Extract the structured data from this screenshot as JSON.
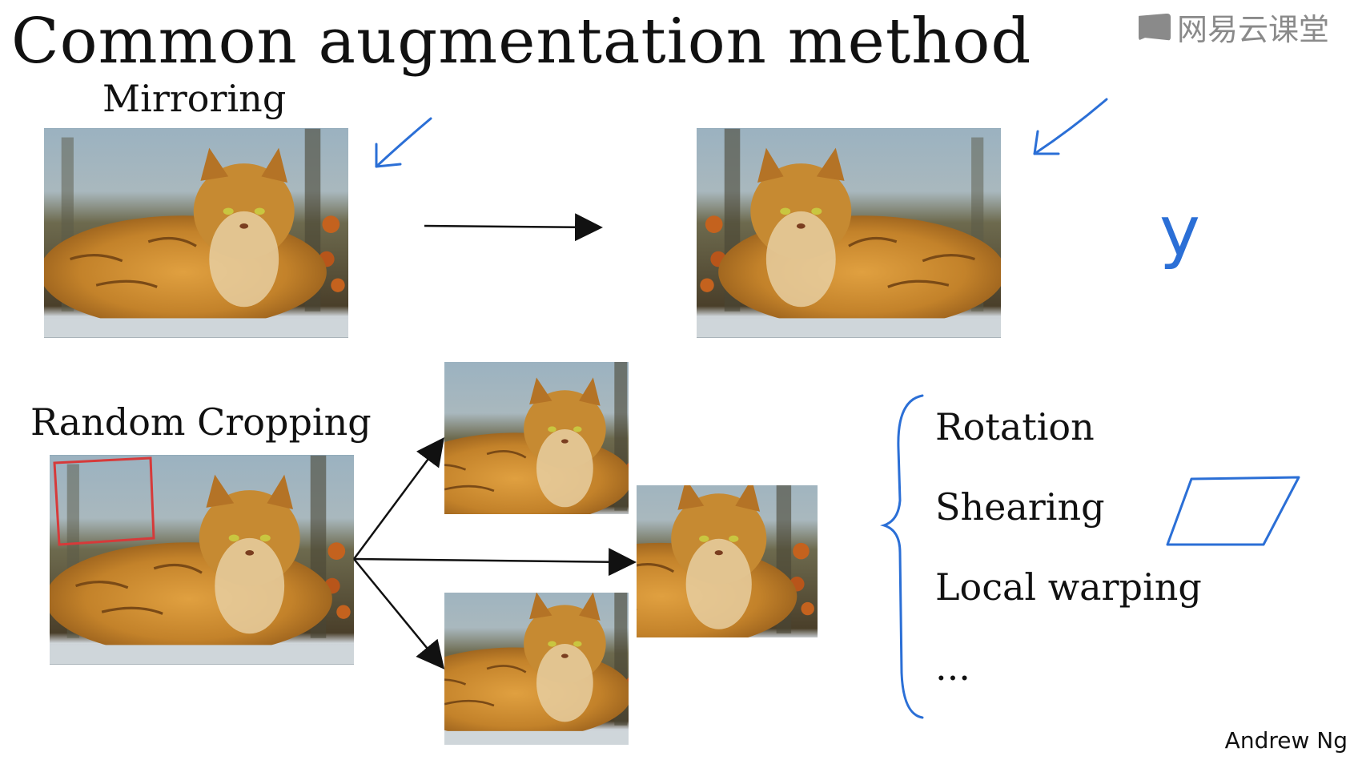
{
  "title": "Common augmentation method",
  "watermark": "网易云课堂",
  "mirroring_label": "Mirroring",
  "cropping_label": "Random Cropping",
  "handwritten_label": "y",
  "list_items": [
    "Rotation",
    "Shearing",
    "Local warping",
    "..."
  ],
  "author": "Andrew Ng",
  "colors": {
    "ink_blue": "#2b6fd6",
    "crop_box_red": "#d63a3a",
    "arrow": "#111111",
    "cat_fur": "#c98a2a",
    "watermark_gray": "#8a8a8a"
  }
}
